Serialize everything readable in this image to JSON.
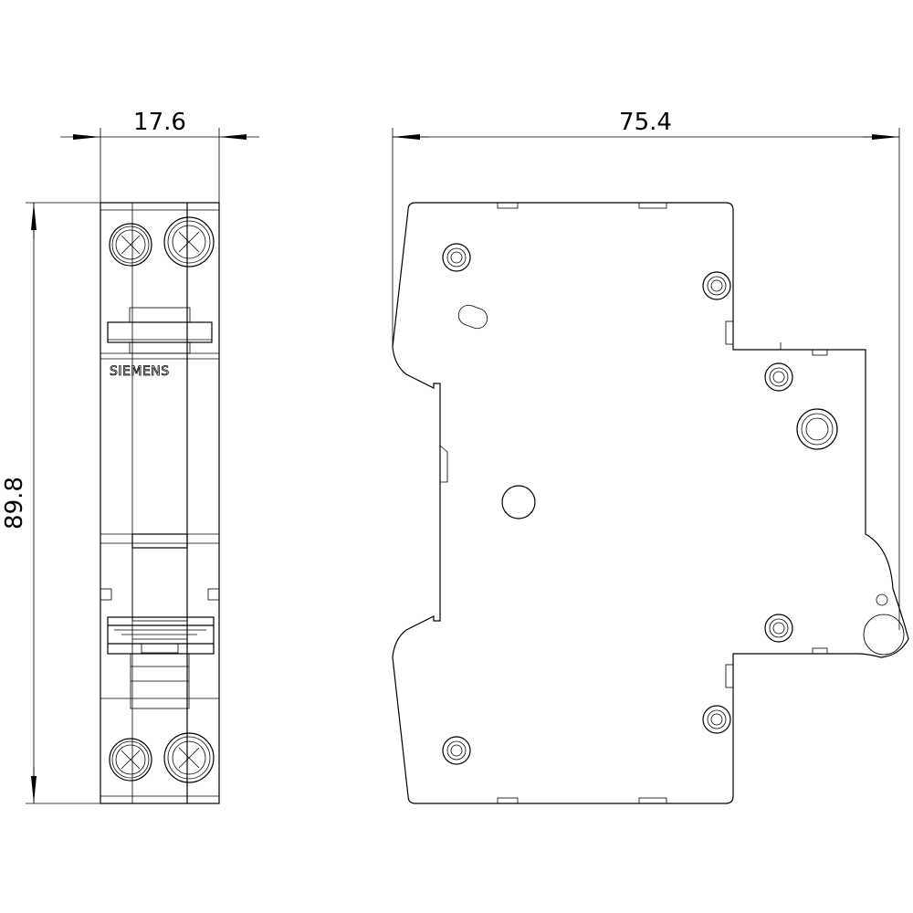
{
  "dimensions": {
    "width_front": "17.6",
    "height_front": "89.8",
    "depth_side": "75.4"
  },
  "front_view": {
    "brand_label": "SIEMENS"
  },
  "colors": {
    "line": "#000000",
    "background": "#ffffff"
  }
}
